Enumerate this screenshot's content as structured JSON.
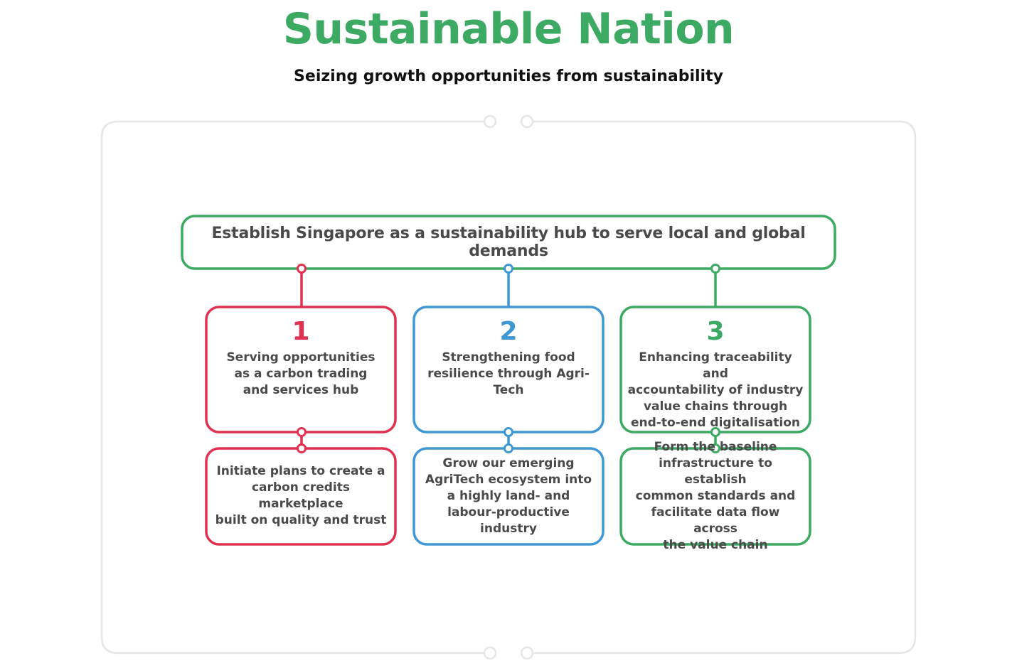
{
  "header": {
    "title": "Sustainable Nation",
    "subtitle": "Seizing growth opportunities from sustainability"
  },
  "colors": {
    "green": "#3daa63",
    "red": "#e03150",
    "blue": "#3f98d4",
    "frame": "#e6e6e6",
    "text": "#4a4a4a"
  },
  "hub": {
    "text": "Establish Singapore as a sustainability hub to serve local and global demands"
  },
  "pillars": [
    {
      "number": "1",
      "color": "#e03150",
      "title_lines": [
        "Serving opportunities",
        "as a carbon trading",
        "and services hub"
      ],
      "action_lines": [
        "Initiate plans to create a",
        "carbon credits marketplace",
        "built on quality and trust"
      ]
    },
    {
      "number": "2",
      "color": "#3f98d4",
      "title_lines": [
        "Strengthening food",
        "resilience through Agri-",
        "Tech"
      ],
      "action_lines": [
        "Grow our emerging",
        "AgriTech ecosystem into",
        "a highly land- and",
        "labour-productive industry"
      ]
    },
    {
      "number": "3",
      "color": "#3daa63",
      "title_lines": [
        "Enhancing traceability and",
        "accountability of industry",
        "value chains through",
        "end-to-end digitalisation"
      ],
      "action_lines": [
        "Form the baseline",
        "infrastructure to establish",
        "common standards and",
        "facilitate data flow across",
        "the value chain"
      ]
    }
  ]
}
